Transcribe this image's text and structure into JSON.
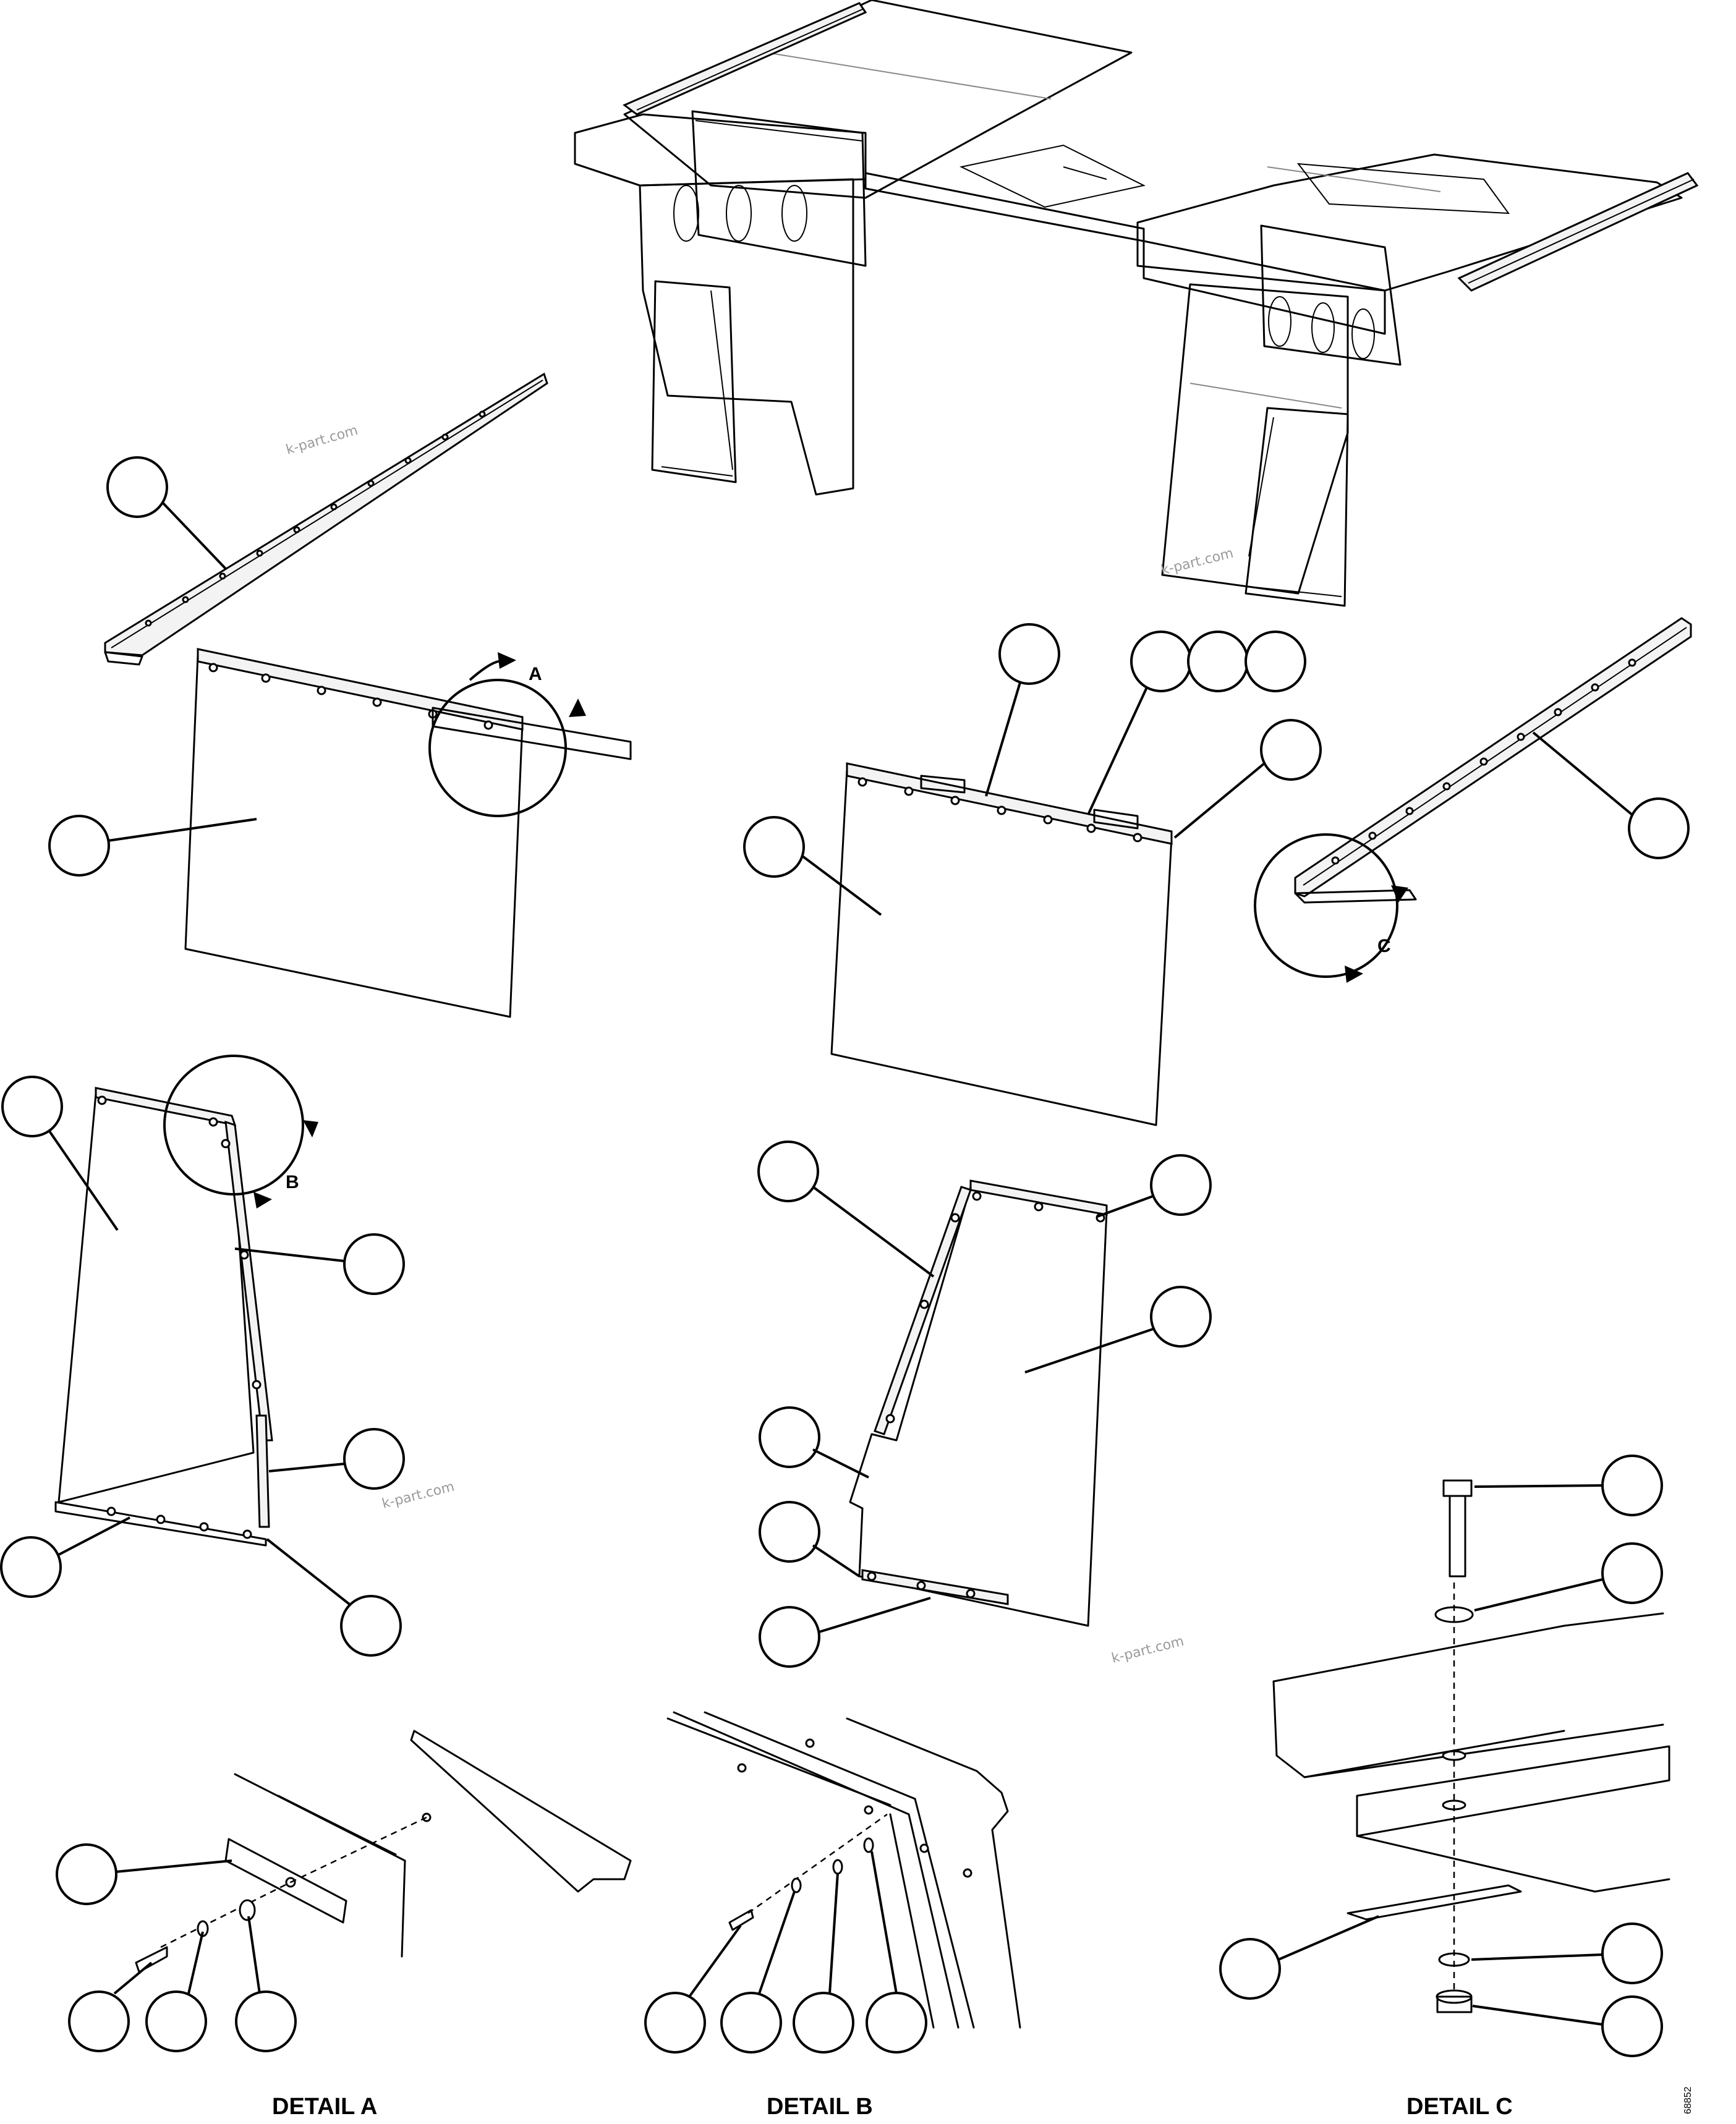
{
  "detail_labels": {
    "a": "DETAIL A",
    "b": "DETAIL B",
    "c": "DETAIL C"
  },
  "detail_markers": {
    "a": "A",
    "b": "B",
    "c": "C"
  },
  "watermark": "k-part.com",
  "drawing_code": "68852"
}
